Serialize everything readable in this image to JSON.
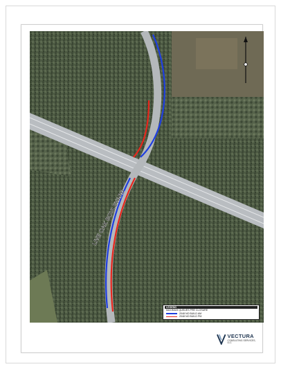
{
  "map": {
    "road_label": "LIVE OAK BOULEVARD",
    "colors": {
      "forest_dark": "#2f3a2a",
      "forest": "#55634a",
      "field": "#6e6c52",
      "highway": "#c4c8cc",
      "road": "#b8bcbf",
      "queue_am": "#1f3fe0",
      "queue_pm": "#e8261c"
    }
  },
  "legend": {
    "heading": "LEGEND",
    "title": "MAXIMUM QUEUES PRE CLOSURE",
    "items": [
      {
        "label": "2048 NO BUILD AM",
        "color": "#1f3fe0"
      },
      {
        "label": "2048 NO BUILD PM",
        "color": "#e8261c"
      }
    ]
  },
  "logo": {
    "name": "VECTURA",
    "subtitle": "CONSULTING SERVICES, LLC"
  }
}
